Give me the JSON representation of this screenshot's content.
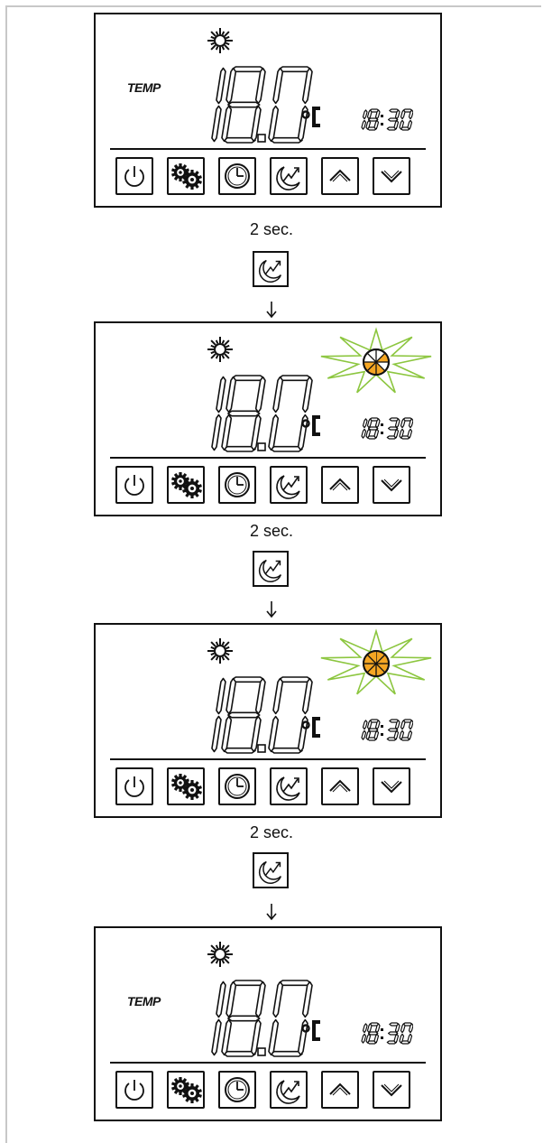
{
  "panels": [
    {
      "show_temp_label": true,
      "state_icon": "none"
    },
    {
      "show_temp_label": false,
      "state_icon": "half-lemon-burst-icon"
    },
    {
      "show_temp_label": false,
      "state_icon": "full-lemon-burst-icon"
    },
    {
      "show_temp_label": true,
      "state_icon": "none"
    }
  ],
  "display": {
    "temp_label": "TEMP",
    "temperature": "18.0",
    "unit": "°C",
    "time": "18:30"
  },
  "steps": [
    {
      "label": "2 sec."
    },
    {
      "label": "2 sec."
    },
    {
      "label": "2 sec."
    }
  ],
  "buttons": [
    "power-icon",
    "gears-icon",
    "clock-icon",
    "moon-curve-icon",
    "chevron-up-icon",
    "chevron-down-icon"
  ],
  "colors": {
    "outline": "#111111",
    "lemon_fill": "#f5a623",
    "burst_stroke": "#8cc63f",
    "frame": "#c8c8c8"
  }
}
